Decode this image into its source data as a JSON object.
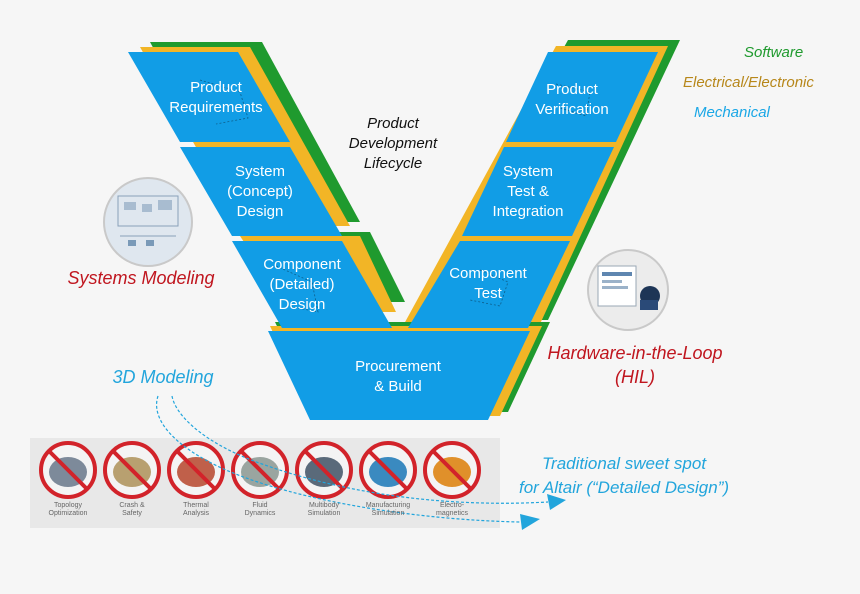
{
  "colors": {
    "software": "#1f9a2e",
    "electrical": "#f2b526",
    "mechanical": "#1aa7e6",
    "stage_fill": "#119de6",
    "red_label": "#c0161f",
    "blue_label": "#22a5dc",
    "tool_ring": "#d2232a"
  },
  "legend": {
    "software": "Software",
    "electrical": "Electrical/Electronic",
    "mechanical": "Mechanical"
  },
  "lifecycle_title": "Product\nDevelopment\nLifecycle",
  "left_stages": [
    {
      "label": "Product\nRequirements"
    },
    {
      "label": "System\n(Concept)\nDesign"
    },
    {
      "label": "Component\n(Detailed)\nDesign"
    }
  ],
  "bottom_stage": {
    "label": "Procurement\n& Build"
  },
  "right_stages": [
    {
      "label": "Product\nVerification"
    },
    {
      "label": "System\nTest &\nIntegration"
    },
    {
      "label": "Component\nTest"
    }
  ],
  "systems_modeling": "Systems Modeling",
  "hil": "Hardware-in-the-Loop\n(HIL)",
  "modeling_3d": "3D Modeling",
  "sweet_spot": "Traditional sweet spot\nfor Altair (“Detailed Design”)",
  "tools": [
    {
      "label": "Topology\nOptimization",
      "icon": "car-frame-icon"
    },
    {
      "label": "Crash &\nSafety",
      "icon": "crash-car-icon"
    },
    {
      "label": "Thermal\nAnalysis",
      "icon": "thermal-icon"
    },
    {
      "label": "Fluid\nDynamics",
      "icon": "fluid-icon"
    },
    {
      "label": "Multibody\nSimulation",
      "icon": "multibody-icon"
    },
    {
      "label": "Manufacturing\nSimulation",
      "icon": "manufacturing-icon"
    },
    {
      "label": "Electro-\nmagnetics",
      "icon": "antenna-icon"
    }
  ]
}
